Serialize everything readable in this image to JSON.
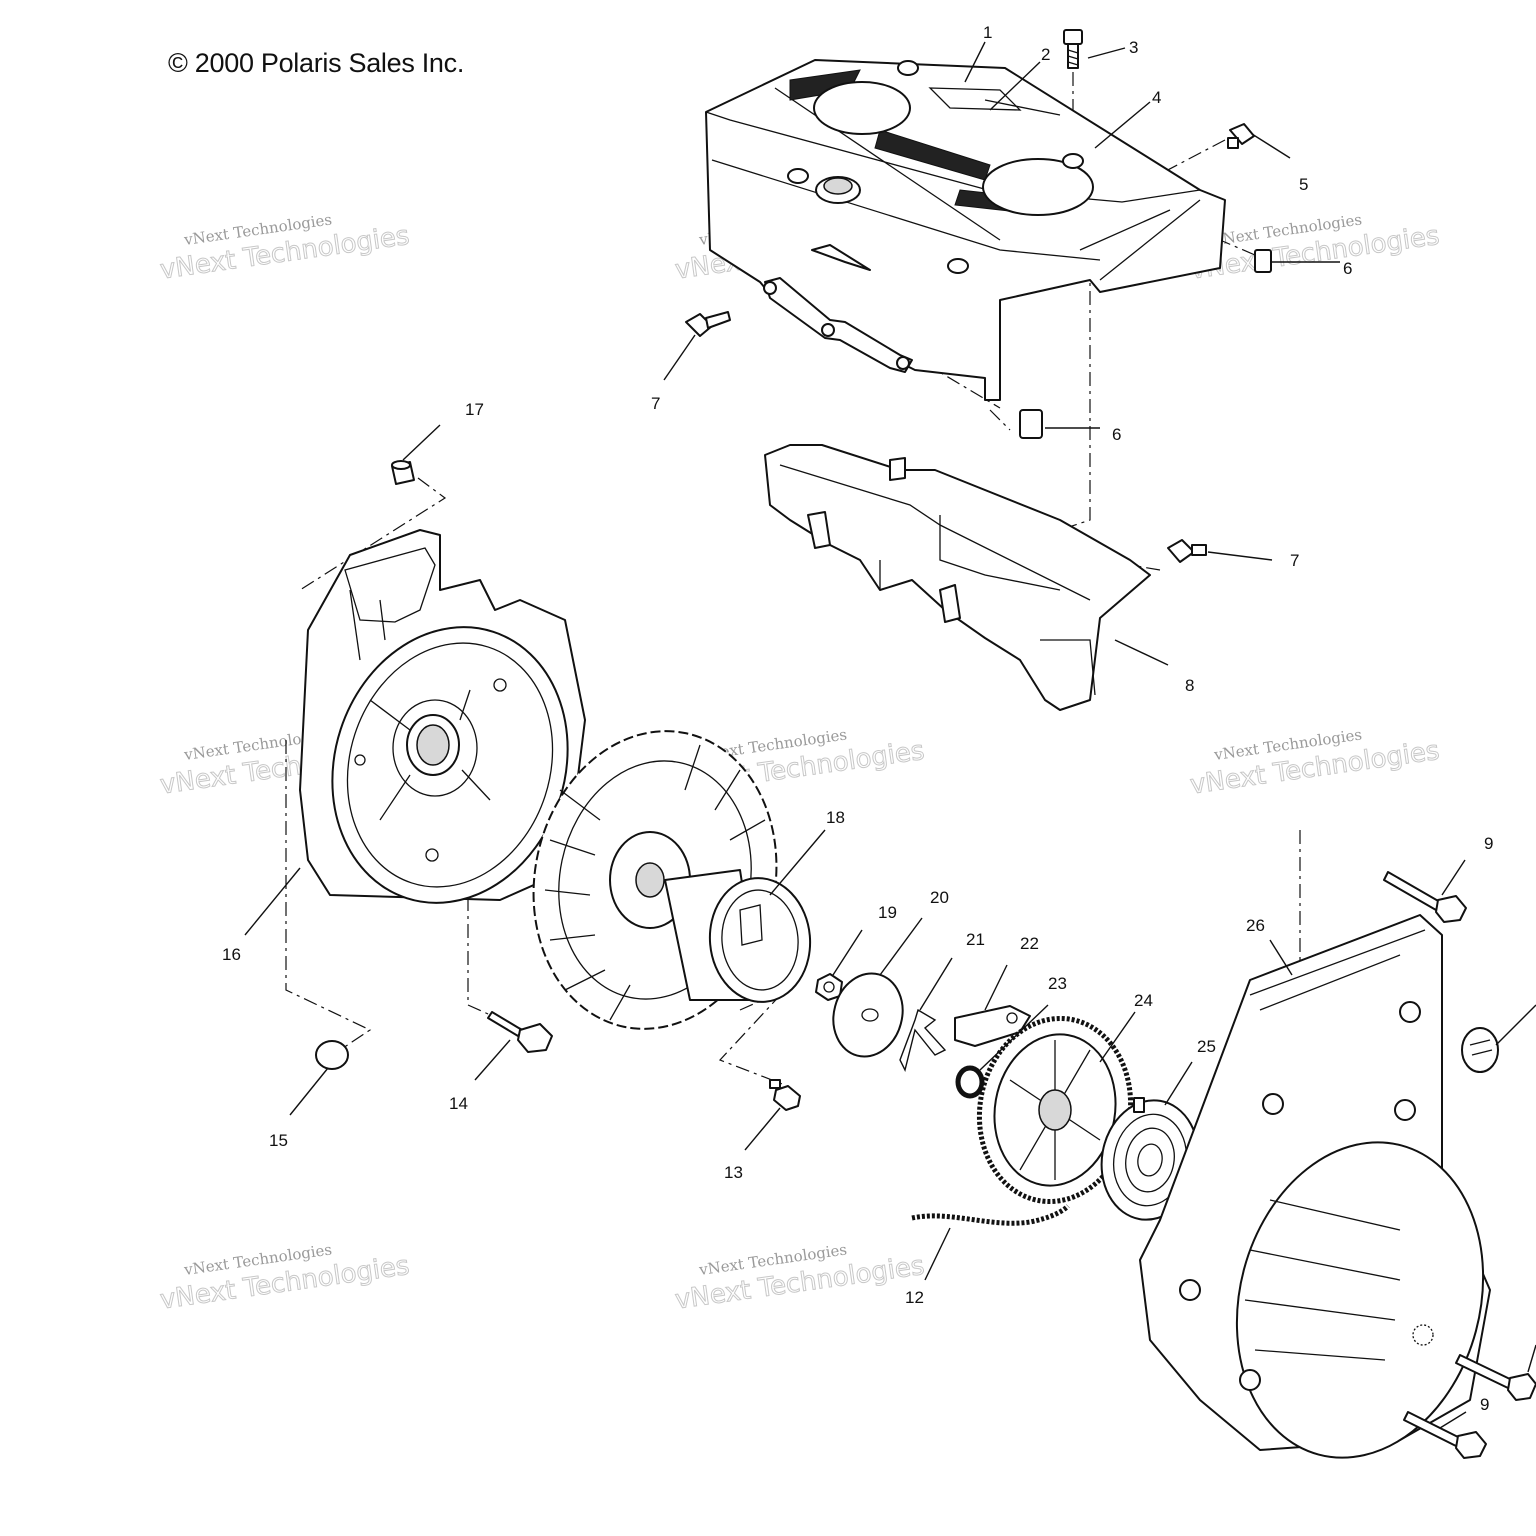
{
  "copyright": "© 2000 Polaris Sales Inc.",
  "watermark": {
    "line1": "vNext Technologies",
    "line2": "vNext Technologies"
  },
  "callouts": [
    {
      "id": "c1",
      "label": "1"
    },
    {
      "id": "c2",
      "label": "2"
    },
    {
      "id": "c3",
      "label": "3"
    },
    {
      "id": "c4",
      "label": "4"
    },
    {
      "id": "c5",
      "label": "5"
    },
    {
      "id": "c6a",
      "label": "6"
    },
    {
      "id": "c6b",
      "label": "6"
    },
    {
      "id": "c7a",
      "label": "7"
    },
    {
      "id": "c7b",
      "label": "7"
    },
    {
      "id": "c8",
      "label": "8"
    },
    {
      "id": "c9a",
      "label": "9"
    },
    {
      "id": "c9b",
      "label": "9"
    },
    {
      "id": "c12",
      "label": "12"
    },
    {
      "id": "c13",
      "label": "13"
    },
    {
      "id": "c14",
      "label": "14"
    },
    {
      "id": "c15",
      "label": "15"
    },
    {
      "id": "c16",
      "label": "16"
    },
    {
      "id": "c17",
      "label": "17"
    },
    {
      "id": "c18",
      "label": "18"
    },
    {
      "id": "c19",
      "label": "19"
    },
    {
      "id": "c20",
      "label": "20"
    },
    {
      "id": "c21",
      "label": "21"
    },
    {
      "id": "c22",
      "label": "22"
    },
    {
      "id": "c23",
      "label": "23"
    },
    {
      "id": "c24",
      "label": "24"
    },
    {
      "id": "c25",
      "label": "25"
    },
    {
      "id": "c26",
      "label": "26"
    }
  ]
}
